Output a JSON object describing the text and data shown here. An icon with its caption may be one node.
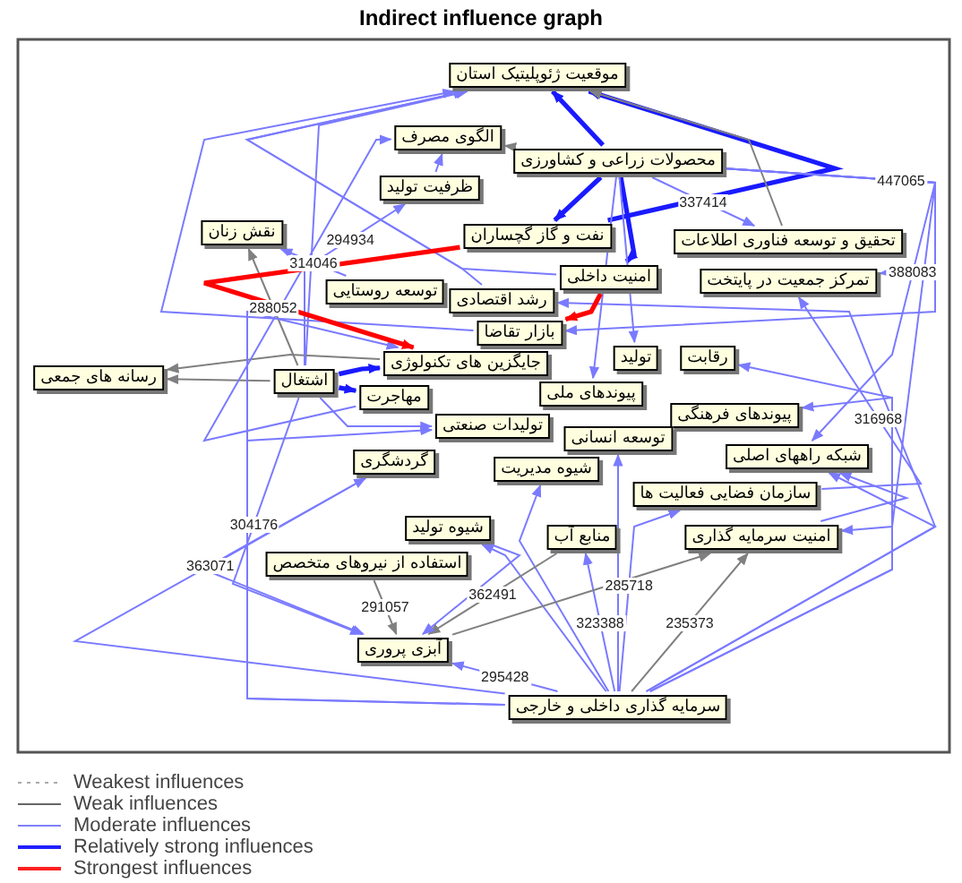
{
  "diagram": {
    "title": "Indirect influence graph",
    "nodes": [
      {
        "text": [
          "موقعیت ژئوپلیتیک استان"
        ]
      },
      {
        "text": [
          "الگوی مصرف"
        ]
      },
      {
        "text": [
          "محصولات زراعی و کشاورزی"
        ]
      },
      {
        "text": [
          "ظرفیت تولید"
        ]
      },
      {
        "text": [
          "نقش زنان"
        ]
      },
      {
        "text": [
          "نفت و گاز گچساران"
        ]
      },
      {
        "text": [
          "تحقیق و توسعه فناوری اطلاعات"
        ]
      },
      {
        "text": [
          "تمرکز جمعیت در پایتخت"
        ]
      },
      {
        "text": [
          "امنیت داخلی"
        ]
      },
      {
        "text": [
          "توسعه روستایی"
        ]
      },
      {
        "text": [
          "رشد اقتصادی"
        ]
      },
      {
        "text": [
          "بازار تقاضا"
        ]
      },
      {
        "text": [
          "جایگزین های تکنولوژی"
        ]
      },
      {
        "text": [
          "تولید"
        ]
      },
      {
        "text": [
          "رقابت"
        ]
      },
      {
        "text": [
          "رسانه های جمعی"
        ]
      },
      {
        "text": [
          "اشتغال"
        ]
      },
      {
        "text": [
          "مهاجرت"
        ]
      },
      {
        "text": [
          "پیوندهای ملی"
        ]
      },
      {
        "text": [
          "پیوندهای فرهنگی"
        ]
      },
      {
        "text": [
          "تولیدات صنعتی"
        ]
      },
      {
        "text": [
          "توسعه انسانی"
        ]
      },
      {
        "text": [
          "گردشگری"
        ]
      },
      {
        "text": [
          "شیوه مدیریت"
        ]
      },
      {
        "text": [
          "شبکه راههای اصلی"
        ]
      },
      {
        "text": [
          "سازمان فضایی فعالیت ها"
        ]
      },
      {
        "text": [
          "شیوه تولید"
        ]
      },
      {
        "text": [
          "منابع آب"
        ]
      },
      {
        "text": [
          "امنیت سرمایه گذاری"
        ]
      },
      {
        "text": [
          "استفاده از نیروهای متخصص"
        ]
      },
      {
        "text": [
          "آبزی پروری"
        ]
      },
      {
        "text": [
          "سرمایه گذاری داخلی و خارجی"
        ]
      }
    ],
    "edges": [
      {
        "from": 2,
        "to": 0,
        "arrow": "to",
        "style": "thick",
        "color": "#1a1aff"
      },
      {
        "from": 5,
        "to": 0,
        "arrow": "to",
        "style": "thick",
        "color": "#1a1aff"
      },
      {
        "from": 8,
        "to": 0,
        "arrow": "to"
      },
      {
        "from": 11,
        "to": 0,
        "arrow": "to"
      },
      {
        "from": 16,
        "to": 0,
        "arrow": "to"
      },
      {
        "from": 10,
        "to": 0,
        "arrow": "to"
      },
      {
        "from": 6,
        "to": 0,
        "arrow": "to",
        "color": "#808080"
      },
      {
        "from": 2,
        "to": 1,
        "arrow": "to",
        "color": "#808080"
      },
      {
        "from": 2,
        "to": 5,
        "arrow": "to",
        "style": "thick",
        "color": "#1a1aff"
      },
      {
        "from": 2,
        "to": 6,
        "arrow": "to",
        "label": "337414"
      },
      {
        "from": 2,
        "to": 7,
        "arrow": "to",
        "label": "447065"
      },
      {
        "from": 2,
        "to": 8,
        "arrow": "to",
        "style": "thick",
        "color": "#1a1aff"
      },
      {
        "from": 2,
        "to": 11,
        "arrow": "to"
      },
      {
        "from": 2,
        "to": 13,
        "arrow": "to"
      },
      {
        "from": 2,
        "to": 18,
        "arrow": "to"
      },
      {
        "from": 2,
        "to": 24,
        "arrow": "to",
        "label": "388083"
      },
      {
        "from": 2,
        "to": 28,
        "arrow": "to"
      },
      {
        "from": 16,
        "to": 4,
        "arrow": "to",
        "color": "#808080",
        "label": "288052"
      },
      {
        "from": 9,
        "to": 4,
        "arrow": "to",
        "label": "314046"
      },
      {
        "from": 16,
        "to": 15,
        "arrow": "to",
        "color": "#808080"
      },
      {
        "from": 12,
        "to": 15,
        "arrow": "to",
        "color": "#808080"
      },
      {
        "from": 3,
        "to": 1,
        "arrow": "to"
      },
      {
        "from": 17,
        "to": 1,
        "arrow": "to"
      },
      {
        "from": 16,
        "to": 3,
        "arrow": "to",
        "label": "294934"
      },
      {
        "from": 31,
        "to": 27,
        "arrow": "to",
        "label": "323388"
      },
      {
        "from": 31,
        "to": 28,
        "arrow": "to",
        "color": "#808080",
        "label": "235373"
      },
      {
        "from": 31,
        "to": 30,
        "arrow": "to",
        "label": "295428"
      },
      {
        "from": 31,
        "to": 25,
        "arrow": "to",
        "label": "285718"
      },
      {
        "from": 31,
        "to": 24,
        "arrow": "to"
      },
      {
        "from": 31,
        "to": 23,
        "arrow": "to"
      },
      {
        "from": 31,
        "to": 21,
        "arrow": "to"
      },
      {
        "from": 31,
        "to": 20,
        "arrow": "to"
      },
      {
        "from": 31,
        "to": 12,
        "arrow": "to"
      },
      {
        "from": 31,
        "to": 22,
        "arrow": "to"
      },
      {
        "from": 31,
        "to": 26,
        "arrow": "to"
      },
      {
        "from": 31,
        "to": 14,
        "arrow": "to"
      },
      {
        "from": 31,
        "to": 19,
        "arrow": "to"
      },
      {
        "from": 31,
        "to": 10,
        "arrow": "to"
      },
      {
        "from": 29,
        "to": 30,
        "arrow": "to",
        "color": "#808080",
        "label": "291057"
      },
      {
        "from": 27,
        "to": 30,
        "arrow": "to",
        "color": "#808080",
        "label": "362491"
      },
      {
        "from": 26,
        "to": 30,
        "arrow": "to"
      },
      {
        "from": 22,
        "to": 30,
        "arrow": "to",
        "label": "363071"
      },
      {
        "from": 16,
        "to": 30,
        "arrow": "to",
        "label": "304176"
      },
      {
        "from": 8,
        "to": 11,
        "arrow": "to",
        "color": "#ff0000",
        "style": "thick"
      },
      {
        "from": 5,
        "to": 12,
        "arrow": "to",
        "color": "#ff0000",
        "style": "thick"
      },
      {
        "from": 16,
        "to": 17,
        "arrow": "to",
        "style": "thick",
        "color": "#1a1aff"
      },
      {
        "from": 16,
        "to": 12,
        "arrow": "to",
        "style": "thick",
        "color": "#1a1aff"
      },
      {
        "from": 16,
        "to": 20,
        "arrow": "to"
      },
      {
        "from": 30,
        "to": 28,
        "arrow": "to",
        "color": "#808080"
      },
      {
        "from": 28,
        "to": 24,
        "arrow": "to"
      },
      {
        "from": 25,
        "to": 7,
        "arrow": "to",
        "label": "316968"
      }
    ],
    "legend": [
      {
        "text": "Weakest influences"
      },
      {
        "text": "Weak influences"
      },
      {
        "text": "Moderate influences"
      },
      {
        "text": "Relatively strong influences"
      },
      {
        "text": "Strongest influences"
      }
    ]
  }
}
